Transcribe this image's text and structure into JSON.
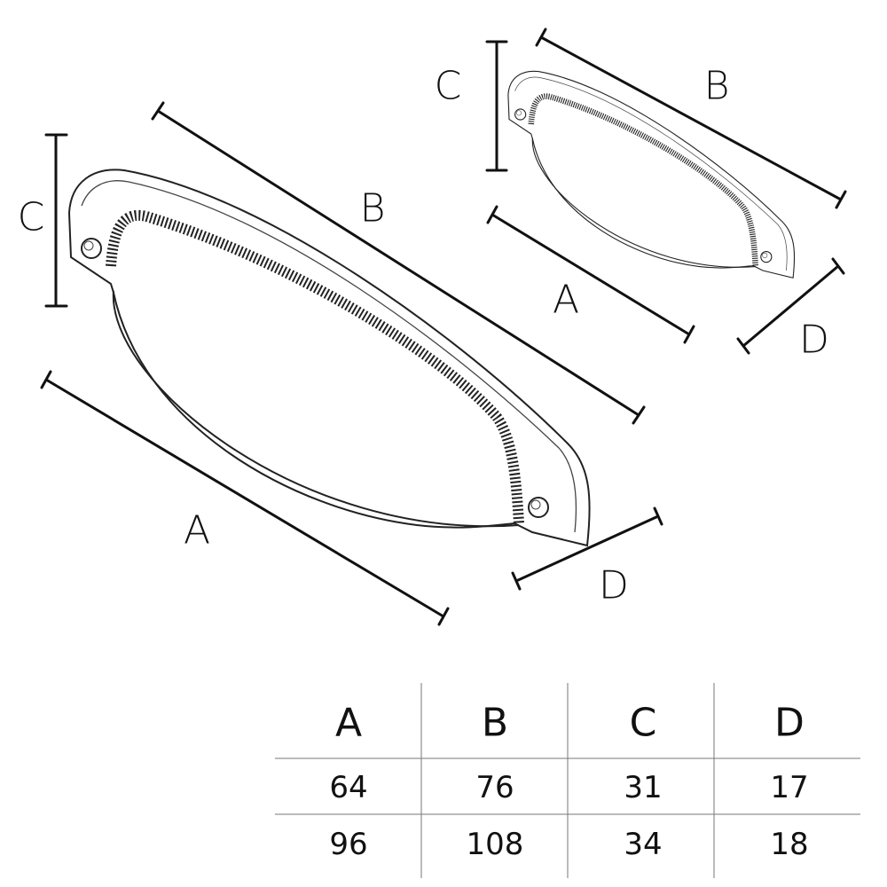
{
  "labels": {
    "large": {
      "a": "A",
      "b": "B",
      "c": "C",
      "d": "D"
    },
    "small": {
      "a": "A",
      "b": "B",
      "c": "C",
      "d": "D"
    }
  },
  "table": {
    "headers": [
      "A",
      "B",
      "C",
      "D"
    ],
    "rows": [
      [
        "64",
        "76",
        "31",
        "17"
      ],
      [
        "96",
        "108",
        "34",
        "18"
      ]
    ]
  }
}
